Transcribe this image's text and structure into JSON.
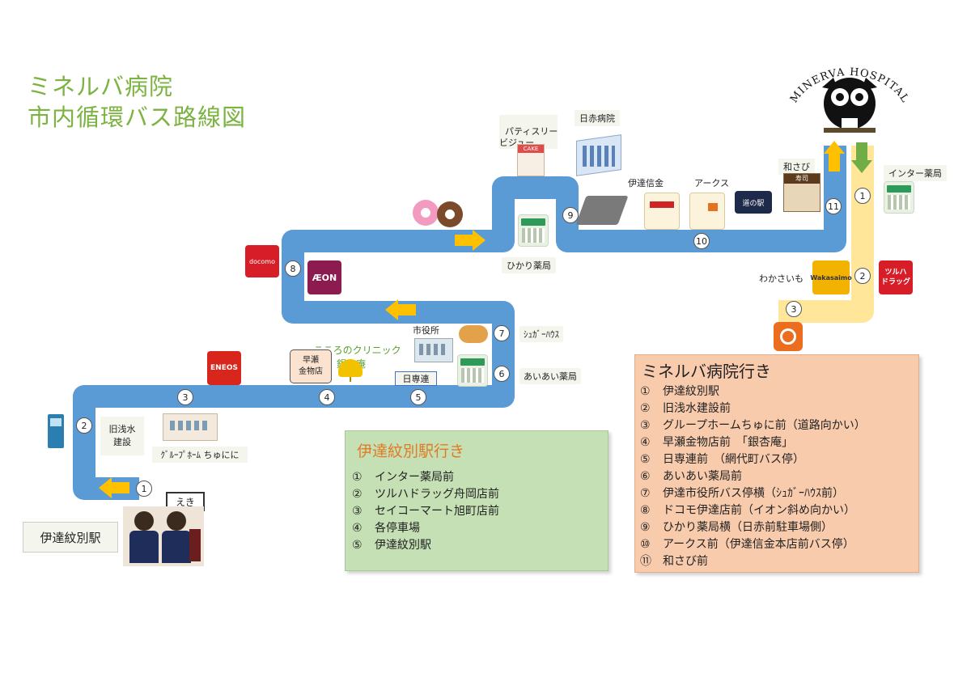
{
  "title": {
    "line1": "ミネルバ病院",
    "line2": "市内循環バス路線図"
  },
  "hospital": {
    "name": "MINERVA HOSPITAL"
  },
  "stops": [
    "1",
    "2",
    "3",
    "4",
    "5",
    "6",
    "7",
    "8",
    "9",
    "10",
    "11"
  ],
  "stop_circle_labels": {
    "s1_left": "1",
    "s2_left": "2",
    "s3_left": "3",
    "s4": "4",
    "s5": "5",
    "s6": "6",
    "s7": "7",
    "s8": "8",
    "s9": "9",
    "s10": "10",
    "s11": "11",
    "r1": "1",
    "r2": "2",
    "r3": "3"
  },
  "places": {
    "date_station": "伊達紋別駅",
    "kyuasamizu": "旧浅水\n建設",
    "group_home": "ｸﾞﾙｰﾌﾟﾎｰﾑ ちゅにに",
    "eneos": "ENEOS",
    "kokoro_clinic": "こころのクリニック\n銀杏庵",
    "hayase": "早瀬\n金物店",
    "nissen": "日専連",
    "city_hall": "市役所",
    "sugar_house": "ｼｭｶﾞｰﾊｳｽ",
    "aiai": "あいあい薬局",
    "docomo": "docomo",
    "aeon": "ÆON",
    "patisserie": "パティスリー\nビジュー",
    "cake": "CAKE",
    "nisseki": "日赤病院",
    "hikari": "ひかり薬局",
    "date_shinkin": "伊達信金",
    "arcs": "アークス",
    "michinoeki": "道の駅",
    "wasabi": "和さび",
    "sushi_sign": "寿司",
    "inter_pharmacy": "インター薬局",
    "wakasaimo": "わかさいも",
    "wakasaimo_logo": "Wakasaimo",
    "tsuruha": "ツルハ\nドラッグ",
    "eki_sign": "えき"
  },
  "legend_to_station": {
    "title": "伊達紋別駅行き",
    "items": [
      {
        "num": "①",
        "text": "インター薬局前"
      },
      {
        "num": "②",
        "text": "ツルハドラッグ舟岡店前"
      },
      {
        "num": "③",
        "text": "セイコーマート旭町店前"
      },
      {
        "num": "④",
        "text": "各停車場"
      },
      {
        "num": "⑤",
        "text": "伊達紋別駅"
      }
    ]
  },
  "legend_to_hospital": {
    "title": "ミネルバ病院行き",
    "items": [
      {
        "num": "①",
        "text": "伊達紋別駅"
      },
      {
        "num": "②",
        "text": "旧浅水建設前"
      },
      {
        "num": "③",
        "text": "グループホームちゅに前（道路向かい）"
      },
      {
        "num": "④",
        "text": "早瀬金物店前　「銀杏庵」"
      },
      {
        "num": "⑤",
        "text": "日専連前　（網代町バス停）"
      },
      {
        "num": "⑥",
        "text": "あいあい薬局前"
      },
      {
        "num": "⑦",
        "text": "伊達市役所バス停横（ｼｭｶﾞｰﾊｳｽ前）"
      },
      {
        "num": "⑧",
        "text": "ドコモ伊達店前（イオン斜め向かい）"
      },
      {
        "num": "⑨",
        "text": "ひかり薬局横（日赤前駐車場側）"
      },
      {
        "num": "⑩",
        "text": "アークス前（伊達信金本店前バス停）"
      },
      {
        "num": "⑪",
        "text": "和さび前"
      }
    ]
  },
  "colors": {
    "route_to_hospital": "#5b9bd5",
    "route_to_station": "#ffe699",
    "arrow": "#ffc000",
    "arrow_down": "#70ad47",
    "title": "#7cb342",
    "legend_station_bg": "#c5e0b4",
    "legend_hospital_bg": "#f8cbad"
  }
}
